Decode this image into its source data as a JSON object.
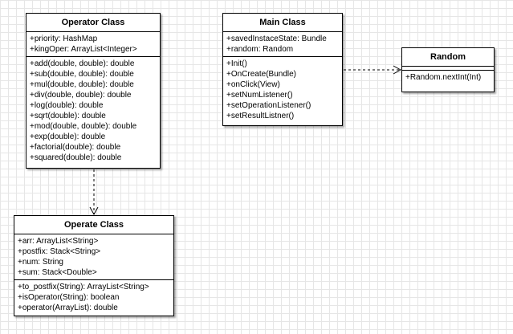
{
  "classes": {
    "operator": {
      "name": "Operator Class",
      "attributes": [
        "+priority: HashMap",
        "+kingOper: ArrayList<Integer>"
      ],
      "methods": [
        "+add(double, double): double",
        "+sub(double, double): double",
        "+mul(double, double): double",
        "+div(double, double): double",
        "+log(double): double",
        "+sqrt(double): double",
        "+mod(double, double): double",
        "+exp(double): double",
        "+factorial(double): double",
        "+squared(double): double"
      ]
    },
    "main": {
      "name": "Main Class",
      "attributes": [
        "+savedInstaceState: Bundle",
        "+random: Random"
      ],
      "methods": [
        "+Init()",
        "+OnCreate(Bundle)",
        "+onClick(View)",
        "+setNumListener()",
        "+setOperationListener()",
        "+setResultListner()"
      ]
    },
    "random": {
      "name": "Random",
      "attributes": [],
      "methods": [
        "+Random.nextInt(Int)"
      ]
    },
    "operate": {
      "name": "Operate Class",
      "attributes": [
        "+arr: ArrayList<String>",
        "+postfix: Stack<String>",
        "+num: String",
        "+sum: Stack<Double>"
      ],
      "methods": [
        "+to_postfix(String): ArrayList<String>",
        "+isOperator(String): boolean",
        "+operator(ArrayList): double"
      ]
    }
  },
  "relations": [
    {
      "from": "operator",
      "to": "operate",
      "style": "dashed-open-arrow"
    },
    {
      "from": "main",
      "to": "random",
      "style": "dashed-open-arrow"
    }
  ]
}
